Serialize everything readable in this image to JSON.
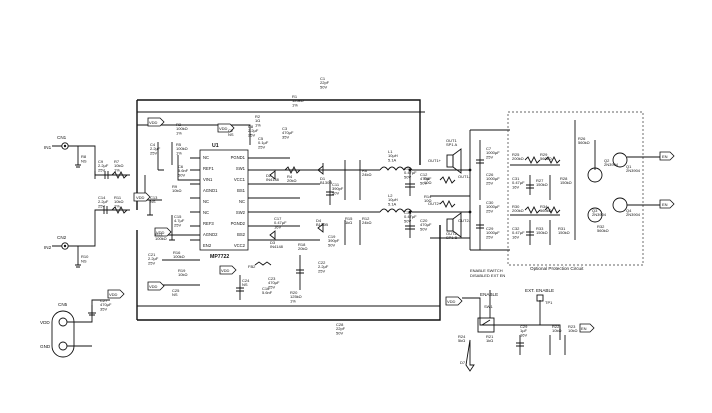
{
  "ic": {
    "ref": "U1",
    "part": "MP7722",
    "left_pins": [
      "NC",
      "REF1",
      "VIN1",
      "AGND1",
      "NC",
      "NC",
      "REF3",
      "AGND2",
      "EN2"
    ],
    "right_pins": [
      "PGND1",
      "SW1",
      "VCC1",
      "BS1",
      "NC",
      "SW2",
      "PGND2",
      "BS2",
      "VCC2"
    ]
  },
  "inputs": {
    "in1_label": "IN1",
    "in2_label": "IN2",
    "cn1": "CN1",
    "cn2": "CN2",
    "r8": "R8\nNS",
    "r10": "R10\nNS",
    "cn5": "CN5",
    "vdd": "VDD",
    "gnd": "GND"
  },
  "power_tags": {
    "vdd_a": "VDD",
    "vdd_b": "VDD",
    "vdd_c": "VDD",
    "vdd_d": "VDD",
    "vdd_e": "VDD",
    "vdd_f": "VDD",
    "vdd_g": "VDD",
    "vdd_h": "VDD",
    "vdd_i": "VDD",
    "en": "EN"
  },
  "parts": [
    {
      "k": "c9",
      "t": "C9\n2.2µF\n25V"
    },
    {
      "k": "r7",
      "t": "R7\n10kΩ\n1%"
    },
    {
      "k": "c14",
      "t": "C14\n2.2µF\n25V"
    },
    {
      "k": "r11",
      "t": "R11\n10kΩ\n1%"
    },
    {
      "k": "c1",
      "t": "C1\n22pF\n50V"
    },
    {
      "k": "r1",
      "t": "R1\n125kΩ\n1%"
    },
    {
      "k": "r3",
      "t": "R3\n100kΩ\n1%"
    },
    {
      "k": "c4",
      "t": "C4\n2.2µF\n25V"
    },
    {
      "k": "r5",
      "t": "R5\n100kΩ\n1%"
    },
    {
      "k": "c6",
      "t": "C6\n5.6nF\n50V"
    },
    {
      "k": "r2",
      "t": "R2\n1Ω\n1%"
    },
    {
      "k": "c3",
      "t": "C3\n470µF\n35V"
    },
    {
      "k": "c5",
      "t": "C5\n0.1µF\n25V"
    },
    {
      "k": "c8",
      "t": "C8\n2.2µF\n25V"
    },
    {
      "k": "c2",
      "t": "C2\nNS"
    },
    {
      "k": "r9",
      "t": "R9\n10kΩ"
    },
    {
      "k": "c13",
      "t": "C13\nNS"
    },
    {
      "k": "c15",
      "t": "C15\n4.7µF\n25V"
    },
    {
      "k": "r13",
      "t": "R13\n100kΩ"
    },
    {
      "k": "c21",
      "t": "C21\n2.2µF\n25V"
    },
    {
      "k": "r16",
      "t": "R16\n100kΩ"
    },
    {
      "k": "r19",
      "t": "R19\n10kΩ"
    },
    {
      "k": "c25",
      "t": "C25\nNS"
    },
    {
      "k": "c24",
      "t": "C24\nNS"
    },
    {
      "k": "c23",
      "t": "C23\n470µF\n25V"
    },
    {
      "k": "c27",
      "t": "C27\n470µF\n35V"
    },
    {
      "k": "r20",
      "t": "R20\n125kΩ\n1%"
    },
    {
      "k": "c28",
      "t": "C28\n22pF\n50V"
    },
    {
      "k": "d2",
      "t": "D2\nIN4148"
    },
    {
      "k": "r4",
      "t": "R4\n20kΩ"
    },
    {
      "k": "d1",
      "t": "D1\nB130B"
    },
    {
      "k": "c11",
      "t": "C11\n390pF\n50V"
    },
    {
      "k": "r6",
      "t": "R6\n24kΩ"
    },
    {
      "k": "c17",
      "t": "C17\n0.47µF\n16V"
    },
    {
      "k": "d3",
      "t": "D3\nIN4148"
    },
    {
      "k": "r18",
      "t": "R18\n20kΩ"
    },
    {
      "k": "d4",
      "t": "D4\nB130B"
    },
    {
      "k": "c19",
      "t": "C19\n390pF\n50V"
    },
    {
      "k": "r15",
      "t": "R15\n1kΩ"
    },
    {
      "k": "r12",
      "t": "R12\n24kΩ"
    },
    {
      "k": "c22",
      "t": "C22\n2.2µF\n25V"
    },
    {
      "k": "fb2",
      "t": "FB2"
    },
    {
      "k": "c16",
      "t": "C16\n5.6nF"
    },
    {
      "k": "l1",
      "t": "L1\n10µH\n5.1A"
    },
    {
      "k": "l2",
      "t": "L2\n10µH\n5.1A"
    },
    {
      "k": "c10",
      "t": "C10\n0.47µF\n50V"
    },
    {
      "k": "c12",
      "t": "C12\n470µF\n50V"
    },
    {
      "k": "c18",
      "t": "C18\n0.47µF\n50V"
    },
    {
      "k": "c20",
      "t": "C20\n470µF\n50V"
    },
    {
      "k": "c7",
      "t": "C7\n1000µF\n25V"
    },
    {
      "k": "c26",
      "t": "C26\n1000µF\n25V"
    },
    {
      "k": "c30",
      "t": "C30\n1000µF\n25V"
    },
    {
      "k": "c29",
      "t": "C29\n1000µF\n25V"
    },
    {
      "k": "r8b",
      "t": "R8\n10Ω"
    },
    {
      "k": "r14",
      "t": "R14\n10Ω"
    },
    {
      "k": "out1",
      "t": "OUT1\nSP1 A"
    },
    {
      "k": "out2",
      "t": "OUT2\nSP1 B"
    },
    {
      "k": "out1p",
      "t": "OUT1+"
    },
    {
      "k": "out1m",
      "t": "OUT1-"
    },
    {
      "k": "out2p",
      "t": "OUT2+"
    },
    {
      "k": "out2m",
      "t": "OUT2-"
    },
    {
      "k": "r26",
      "t": "R26\n560kΩ"
    },
    {
      "k": "r25",
      "t": "R25\n200kΩ"
    },
    {
      "k": "r29",
      "t": "R29\n560kΩ"
    },
    {
      "k": "c31",
      "t": "C31\n0.47µF\n16V"
    },
    {
      "k": "r27",
      "t": "R27\n150kΩ"
    },
    {
      "k": "r28",
      "t": "R28\n150kΩ"
    },
    {
      "k": "q2",
      "t": "Q2\n2N3904"
    },
    {
      "k": "q1",
      "t": "Q1\n2N3904"
    },
    {
      "k": "r30",
      "t": "R30\n200kΩ"
    },
    {
      "k": "r34",
      "t": "R34\n560kΩ"
    },
    {
      "k": "c32",
      "t": "C32\n0.47µF\n16V"
    },
    {
      "k": "r33",
      "t": "R33\n150kΩ"
    },
    {
      "k": "r31",
      "t": "R31\n150kΩ"
    },
    {
      "k": "q3",
      "t": "Q3\n2N3904"
    },
    {
      "k": "r32",
      "t": "R32\n560kΩ"
    },
    {
      "k": "q4",
      "t": "Q4\n2N3904"
    },
    {
      "k": "r24",
      "t": "R24\n5kΩ"
    },
    {
      "k": "d7",
      "t": "D7"
    },
    {
      "k": "r21",
      "t": "R21\n1kΩ"
    },
    {
      "k": "c29b",
      "t": "C29\n1µF\n16V"
    },
    {
      "k": "r22",
      "t": "R22\n10kΩ"
    },
    {
      "k": "r23",
      "t": "R23\n10kΩ"
    },
    {
      "k": "sw1",
      "t": "SW1"
    },
    {
      "k": "tp1",
      "t": "TP1"
    }
  ],
  "protection": {
    "label": "Optional Protection Circuit",
    "en_tag_top": "EN",
    "en_tag_bot": "EN"
  },
  "enable": {
    "switch_label": "ENABLE SWITCH\nDISABLED EXT EN",
    "enable": "ENABLE",
    "ext_enable": "EXT. ENABLE"
  }
}
